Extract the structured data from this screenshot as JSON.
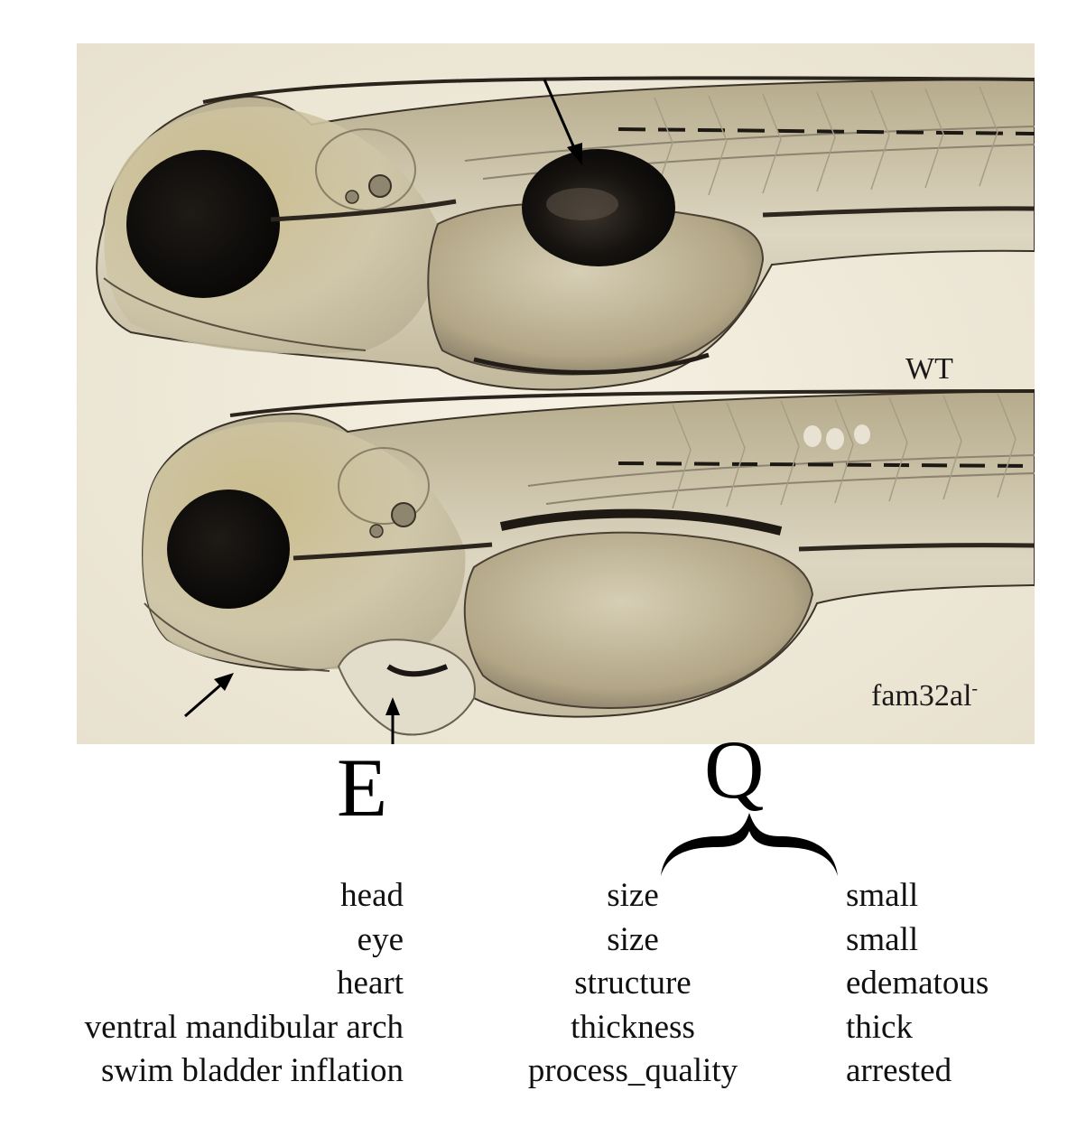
{
  "photo": {
    "top_fish_label": "WT",
    "bottom_fish_label": "fam32al",
    "bottom_fish_label_superscript": "-"
  },
  "headers": {
    "entity": "E",
    "quality": "Q"
  },
  "annotation_table": {
    "rows": [
      {
        "entity": "head",
        "attribute": "size",
        "value": "small"
      },
      {
        "entity": "eye",
        "attribute": "size",
        "value": "small"
      },
      {
        "entity": "heart",
        "attribute": "structure",
        "value": "edematous"
      },
      {
        "entity": "ventral mandibular arch",
        "attribute": "thickness",
        "value": "thick"
      },
      {
        "entity": "swim bladder inflation",
        "attribute": "process_quality",
        "value": "arrested"
      }
    ]
  },
  "colors": {
    "background_tint": "#eee8d8",
    "body_tone": "#cdc5ad",
    "eye": "#141210",
    "yolk": "#b7ac8e",
    "pigment": "#262019"
  }
}
